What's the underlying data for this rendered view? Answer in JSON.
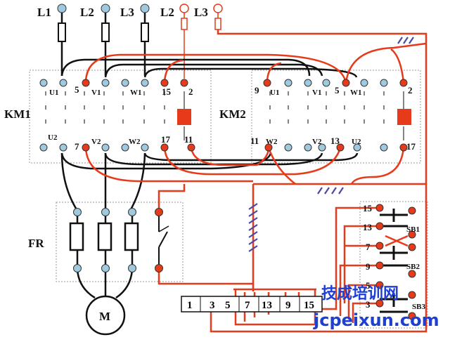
{
  "diagram": {
    "lines_top": [
      "L1",
      "L2",
      "L3",
      "L2",
      "L3"
    ],
    "contactor1": {
      "name": "KM1",
      "top_labels": [
        "U1",
        "5",
        "V1",
        "W1",
        "15",
        "2"
      ],
      "bottom_labels": [
        "U2",
        "7",
        "V2",
        "W2",
        "17",
        "11"
      ]
    },
    "contactor2": {
      "name": "KM2",
      "top_labels": [
        "9",
        "U1",
        "V1",
        "5",
        "W1",
        "2"
      ],
      "bottom_labels": [
        "11",
        "W2",
        "V2",
        "13",
        "U2",
        "17"
      ]
    },
    "relay": {
      "name": "FR"
    },
    "motor": {
      "name": "M"
    },
    "terminal_block": [
      "1",
      "3",
      "5",
      "7",
      "13",
      "9",
      "15"
    ],
    "switch_panel": {
      "left_numbers": [
        "15",
        "13",
        "7",
        "9",
        "5",
        "3"
      ],
      "buttons": [
        "SB1",
        "SB2",
        "SB3"
      ]
    },
    "watermark": {
      "cn": "技成培训网",
      "url": "jcpeixun.com"
    },
    "colors": {
      "red": "#e63a1a",
      "black": "#111111",
      "terminal": "#9ec9df",
      "coil": "#e63a1a"
    }
  }
}
